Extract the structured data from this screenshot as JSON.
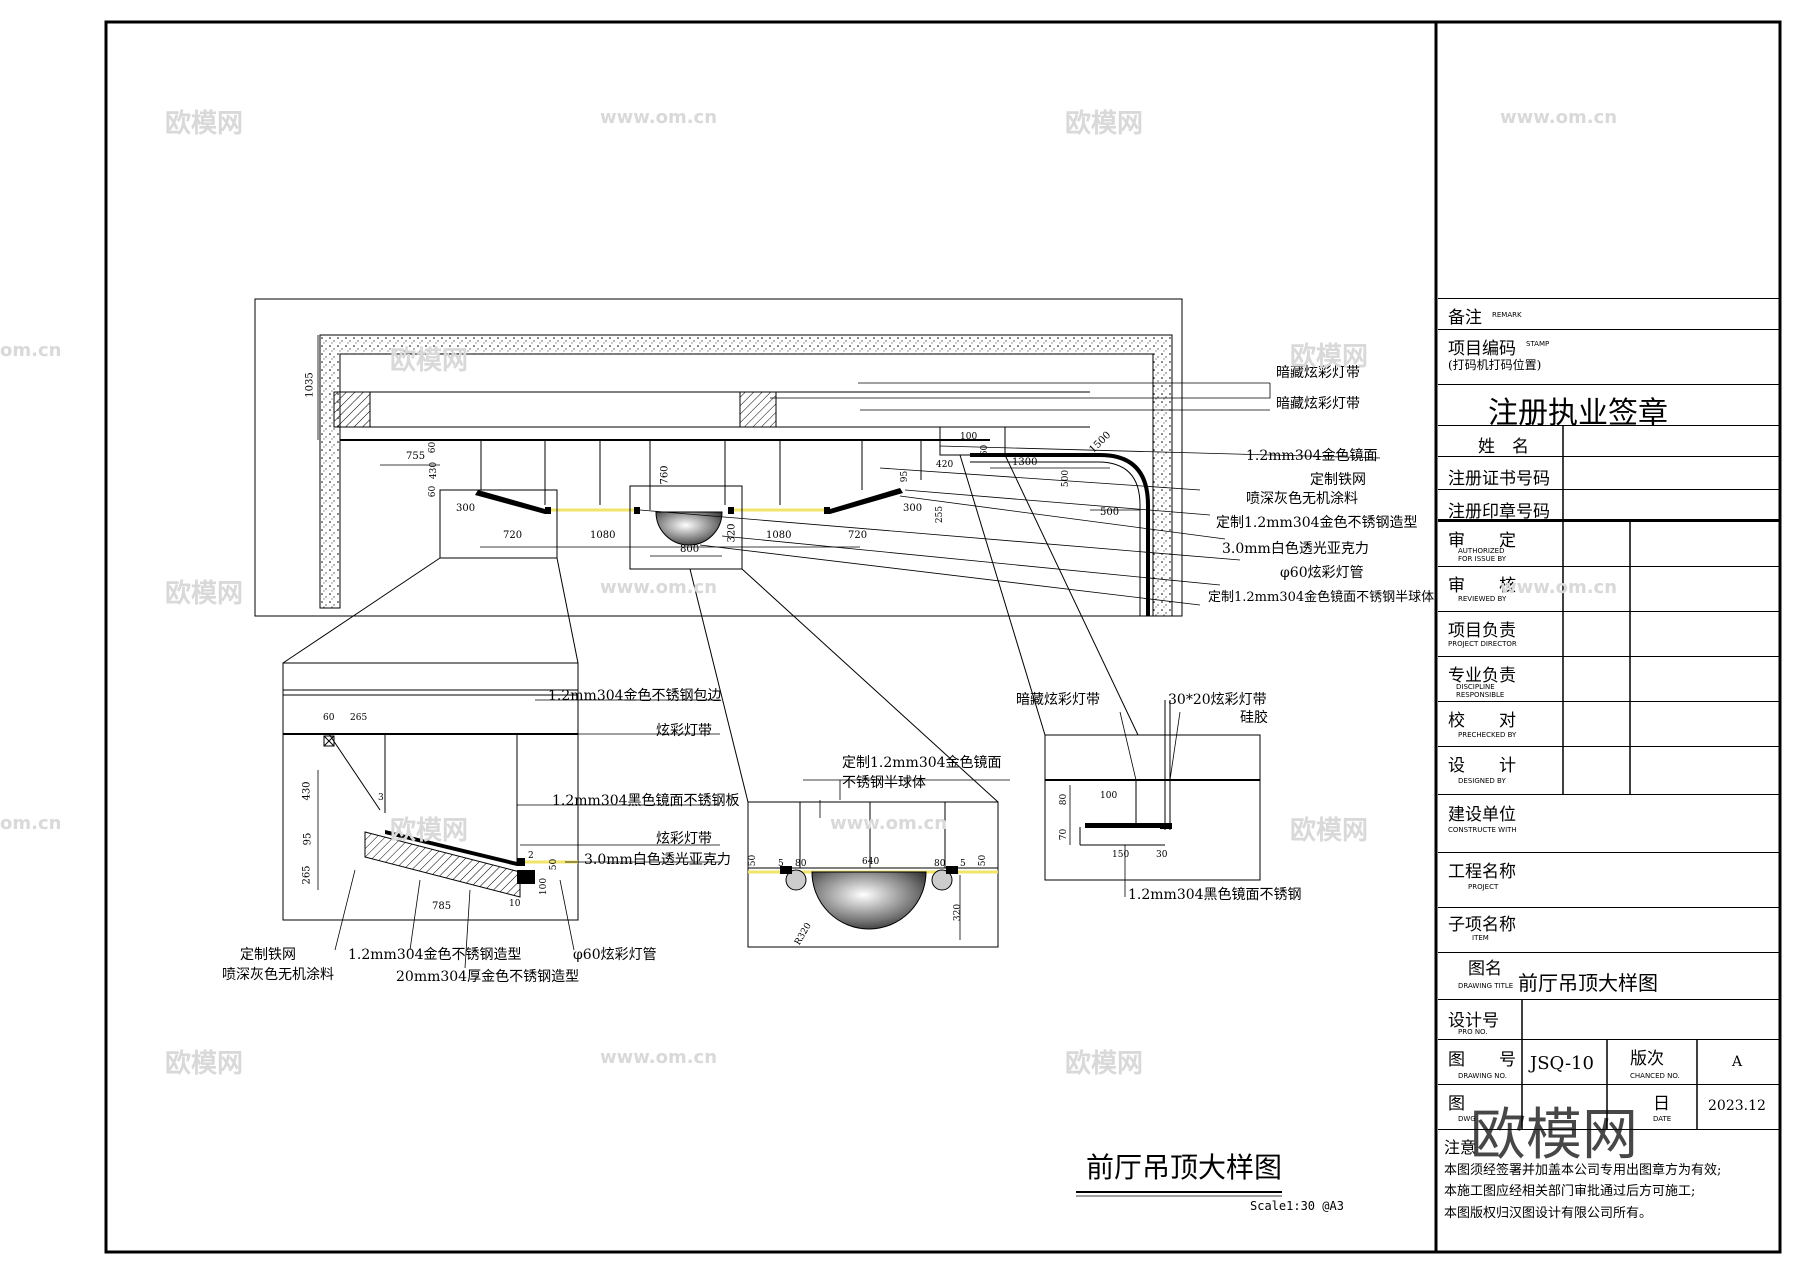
{
  "labels": {
    "main": {
      "concealed_strip_1": "暗藏炫彩灯带",
      "concealed_strip_2": "暗藏炫彩灯带",
      "gold_mirror": "1.2mm304金色镜面",
      "custom_mesh": "定制铁网",
      "gray_paint": "喷深灰色无机涂料",
      "custom_gold_shape": "定制1.2mm304金色不锈钢造型",
      "white_acrylic": "3.0mm白色透光亚克力",
      "led_tube": "φ60炫彩灯管",
      "hemisphere": "定制1.2mm304金色镜面不锈钢半球体"
    },
    "detail1": {
      "gold_edge": "1.2mm304金色不锈钢包边",
      "strip_a": "炫彩灯带",
      "black_mirror": "1.2mm304黑色镜面不锈钢板",
      "strip_b": "炫彩灯带",
      "white_acrylic": "3.0mm白色透光亚克力",
      "mesh": "定制铁网",
      "gray_paint": "喷深灰色无机涂料",
      "gold_shape": "1.2mm304金色不锈钢造型",
      "thick_gold": "20mm304厚金色不锈钢造型",
      "led_tube": "φ60炫彩灯管"
    },
    "detail2": {
      "gold_mirror": "定制1.2mm304金色镜面",
      "hemisphere": "不锈钢半球体"
    },
    "detail3": {
      "concealed_strip": "暗藏炫彩灯带",
      "strip_size": "30*20炫彩灯带",
      "silicone": "硅胶",
      "black_mirror": "1.2mm304黑色镜面不锈钢"
    }
  },
  "dims": {
    "d1035": "1035",
    "d755": "755",
    "d60a": "60",
    "d430a": "430",
    "d60b": "60",
    "d300a": "300",
    "d720a": "720",
    "d1080a": "1080",
    "d760": "760",
    "d320a": "320",
    "d800": "800",
    "d1080b": "1080",
    "d720b": "720",
    "d300b": "300",
    "d255": "255",
    "d95": "95",
    "d100a": "100",
    "d420": "420",
    "d60c": "60",
    "d1300": "1300",
    "d500a": "500",
    "d500b": "500",
    "d1500": "1500",
    "e60": "60",
    "e265a": "265",
    "e430": "430",
    "e95": "95",
    "e265b": "265",
    "e785": "785",
    "e10": "10",
    "e100": "100",
    "e2": "2",
    "e50": "50",
    "e3": "3",
    "f50a": "50",
    "f5a": "5",
    "f80a": "80",
    "f640": "640",
    "f80b": "80",
    "f5b": "5",
    "f50b": "50",
    "fR320": "R320",
    "f320": "320",
    "g100": "100",
    "g80": "80",
    "g70": "70",
    "g150": "150",
    "g30": "30"
  },
  "drawing_title": {
    "title": "前厅吊顶大样图",
    "scale": "Scale1:30 @A3"
  },
  "title_block": {
    "remark_cn": "备注",
    "remark_en": "REMARK",
    "project_code_cn": "项目编码",
    "project_code_en": "STAMP",
    "project_code_note": "(打码机打码位置)",
    "seal_title": "注册执业签章",
    "name_label": "姓　名",
    "cert_no_label": "注册证书号码",
    "seal_no_label": "注册印章号码",
    "authorized_cn": "审　　定",
    "authorized_en": "AUTHORIZED FOR ISSUE BY",
    "reviewed_cn": "审　　核",
    "reviewed_en": "REVIEWED BY",
    "project_director_cn": "项目负责",
    "project_director_en": "PROJECT DIRECTOR",
    "discipline_cn": "专业负责",
    "discipline_en": "DISCIPLINE RESPONSIBLE",
    "prechecked_cn": "校　　对",
    "prechecked_en": "PRECHECKED BY",
    "designed_cn": "设　　计",
    "designed_en": "DESIGNED BY",
    "construct_cn": "建设单位",
    "construct_en": "CONSTRUCTE WITH",
    "project_cn": "工程名称",
    "project_en": "PROJECT",
    "item_cn": "子项名称",
    "item_en": "ITEM",
    "drawing_title_cn": "图名",
    "drawing_title_en": "DRAWING TITLE",
    "drawing_title_value": "前厅吊顶大样图",
    "design_no_cn": "设计号",
    "design_no_en": "PRO NO.",
    "drawing_no_cn": "图　　号",
    "drawing_no_en": "DRAWING NO.",
    "drawing_no_value": "JSQ-10",
    "revision_cn": "版次",
    "revision_en": "CHANCED NO.",
    "revision_value": "A",
    "dwg_cn": "图",
    "dwg_en": "DWG",
    "date_cn": "日",
    "date_en": "DATE",
    "date_value": "2023.12",
    "notes_cn": "注意",
    "note1": "本图须经签署并加盖本公司专用出图章方为有效;",
    "note2": "本施工图应经相关部门审批通过后方可施工;",
    "note3": "本图版权归汉图设计有限公司所有。"
  },
  "watermarks": {
    "brand": "欧模网",
    "url": "www.om.cn",
    "url_short": "om.cn",
    "stamp": "欧模网"
  }
}
